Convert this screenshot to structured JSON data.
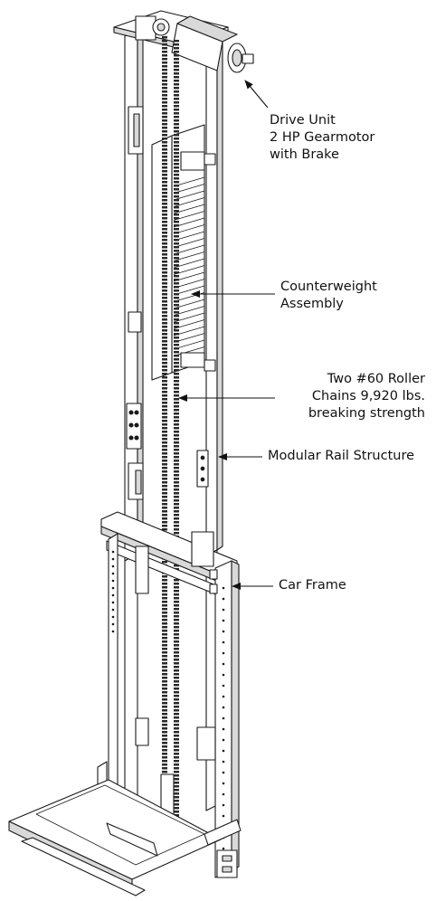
{
  "labels": {
    "drive_unit": [
      "Drive Unit",
      "2 HP Gearmotor",
      "with Brake"
    ],
    "counterweight": [
      "Counterweight",
      "Assembly"
    ],
    "chains": [
      "Two #60 Roller",
      "Chains 9,920 lbs.",
      "breaking strength"
    ],
    "rail": [
      "Modular Rail Structure"
    ],
    "car_frame": [
      "Car Frame"
    ]
  },
  "colors": {
    "line": "#1a1a1a",
    "fill": "#ffffff",
    "shade": "#d9d9d9",
    "chain": "#2a2a2a"
  }
}
